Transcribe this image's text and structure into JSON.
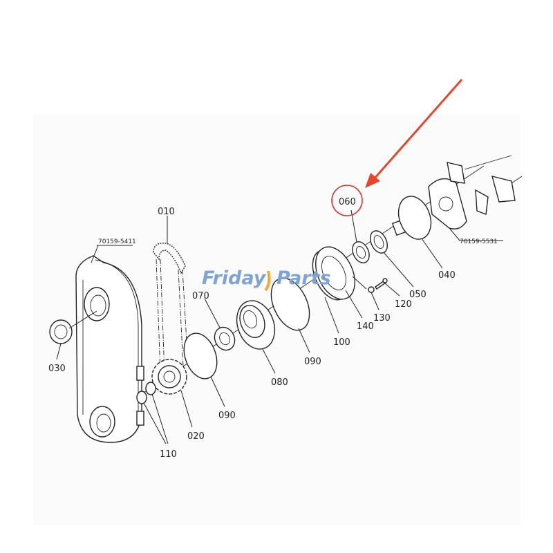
{
  "diagram": {
    "part_labels": {
      "p010": "010",
      "p020": "020",
      "p030": "030",
      "p040": "040",
      "p050": "050",
      "p060": "060",
      "p070": "070",
      "p080": "080",
      "p090a": "090",
      "p090b": "090",
      "p100": "100",
      "p110": "110",
      "p120": "120",
      "p130": "130",
      "p140": "140"
    },
    "assembly_numbers": {
      "cover": "70159-5411",
      "hub": "70159-5531"
    },
    "highlight": {
      "part": "060",
      "color": "#d9342b"
    },
    "watermark": {
      "text_a": "Friday",
      "text_b": "Parts",
      "color_a": "#7fa4d4",
      "color_b": "#f2a93b"
    }
  }
}
